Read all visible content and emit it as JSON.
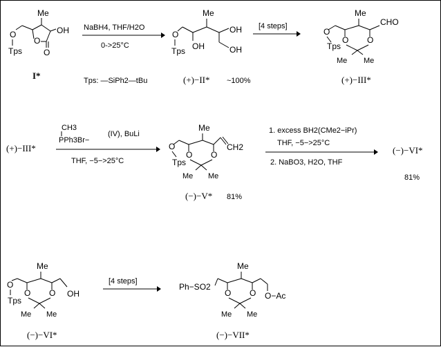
{
  "row1": {
    "cmpd1": {
      "me": "Me",
      "o_ring": "O",
      "oh": "OH",
      "o_carbonyl": "O",
      "o_ether": "O",
      "tps": "Tps",
      "label": "I*"
    },
    "arrow1": {
      "reagent": "NaBH4, THF/H2O",
      "cond": "0->25°C"
    },
    "tps_def": "Tps: —SiPh2—tBu",
    "cmpd2": {
      "me": "Me",
      "oh_top": "OH",
      "oh_mid": "OH",
      "oh_end": "OH",
      "o_ether": "O",
      "tps": "Tps",
      "label": "(+)−II*",
      "yield": "~100%"
    },
    "arrow2": {
      "reagent": "[4 steps]"
    },
    "cmpd3": {
      "me": "Me",
      "cho": "CHO",
      "o1": "O",
      "o2": "O",
      "o_ether": "O",
      "tps": "Tps",
      "me_a": "Me",
      "me_b": "Me",
      "label": "(+)−III*"
    }
  },
  "row2": {
    "start_label": "(+)−III*",
    "arrow1": {
      "reagent_ch3": "CH3",
      "reagent_pph3": "PPh3Br−",
      "reagent_iv": "(IV), BuLi",
      "cond": "THF, −5−>25°C"
    },
    "cmpd5": {
      "me": "Me",
      "ch2": "CH2",
      "o1": "O",
      "o2": "O",
      "o_ether": "O",
      "tps": "Tps",
      "me_a": "Me",
      "me_b": "Me",
      "label": "(−)−V*",
      "yield": "81%"
    },
    "arrow2": {
      "step1": "1. excess BH2(CMe2−iPr)",
      "step1b": "THF, −5−>25°C",
      "step2": "2. NaBO3, H2O, THF"
    },
    "product_label": "(−)−VI*",
    "product_yield": "81%"
  },
  "row3": {
    "cmpd6": {
      "me": "Me",
      "oh": "OH",
      "o1": "O",
      "o2": "O",
      "o_ether": "O",
      "tps": "Tps",
      "me_a": "Me",
      "me_b": "Me",
      "label": "(−)−VI*"
    },
    "arrow": {
      "reagent": "[4 steps]"
    },
    "cmpd7": {
      "me": "Me",
      "phso2": "Ph−SO2",
      "o1": "O",
      "o2": "O",
      "oac": "O−Ac",
      "me_a": "Me",
      "me_b": "Me",
      "label": "(−)−VII*"
    }
  }
}
